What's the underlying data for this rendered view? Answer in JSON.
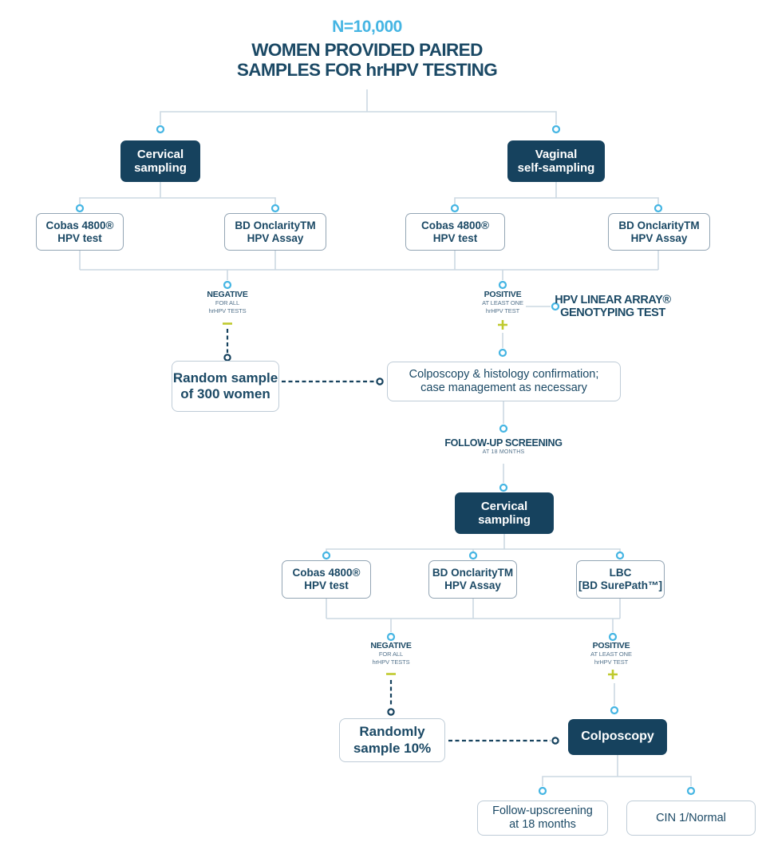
{
  "palette": {
    "navy": "#16425e",
    "text_navy": "#1b4965",
    "cyan": "#45b5e3",
    "connector_line": "#ccd8e2",
    "dashed_line": "#16425e",
    "result_sign_lime": "#bfca2e",
    "outline_border": "#93a5b4",
    "light_border": "#bfccd7"
  },
  "header": {
    "n_label": "N=10,000",
    "title_line1": "WOMEN PROVIDED PAIRED",
    "title_line2": "SAMPLES FOR hrHPV TESTING"
  },
  "nodes": {
    "cervical1": {
      "line1": "Cervical",
      "line2": "sampling"
    },
    "vaginal": {
      "line1": "Vaginal",
      "line2": "self-sampling"
    },
    "cobas_l": {
      "line1": "Cobas 4800®",
      "line2": "HPV test"
    },
    "onclarity_l": {
      "line1": "BD OnclarityTM",
      "line2": "HPV Assay"
    },
    "cobas_r": {
      "line1": "Cobas 4800®",
      "line2": "HPV test"
    },
    "onclarity_r": {
      "line1": "BD OnclarityTM",
      "line2": "HPV Assay"
    },
    "random300": {
      "line1": "Random sample",
      "line2": "of 300 women"
    },
    "colpo_hist": {
      "line1": "Colposcopy & histology confirmation;",
      "line2": "case management as necessary"
    },
    "cervical2": {
      "line1": "Cervical",
      "line2": "sampling"
    },
    "cobas2": {
      "line1": "Cobas 4800®",
      "line2": "HPV test"
    },
    "onclarity2": {
      "line1": "BD OnclarityTM",
      "line2": "HPV Assay"
    },
    "lbc": {
      "line1": "LBC",
      "line2": "[BD SurePath™]"
    },
    "random10": {
      "line1": "Randomly",
      "line2": "sample 10%"
    },
    "colposcopy": {
      "line1": "Colposcopy"
    },
    "followup18": {
      "line1": "Follow-upscreening",
      "line2": "at 18 months"
    },
    "cin": {
      "line1": "CIN 1/Normal"
    }
  },
  "labels": {
    "negative1": {
      "title": "NEGATIVE",
      "sub1": "FOR ALL",
      "sub2": "hrHPV TESTS"
    },
    "positive1": {
      "title": "POSITIVE",
      "sub1": "AT LEAST ONE",
      "sub2": "hrHPV TEST"
    },
    "genotyping": {
      "line1": "HPV LINEAR ARRAY®",
      "line2": "GENOTYPING TEST"
    },
    "followup": {
      "title": "FOLLOW-UP SCREENING",
      "sub": "AT 18 MONTHS"
    },
    "negative2": {
      "title": "NEGATIVE",
      "sub1": "FOR ALL",
      "sub2": "hrHPV TESTS"
    },
    "positive2": {
      "title": "POSITIVE",
      "sub1": "AT LEAST ONE",
      "sub2": "hrHPV TEST"
    }
  }
}
